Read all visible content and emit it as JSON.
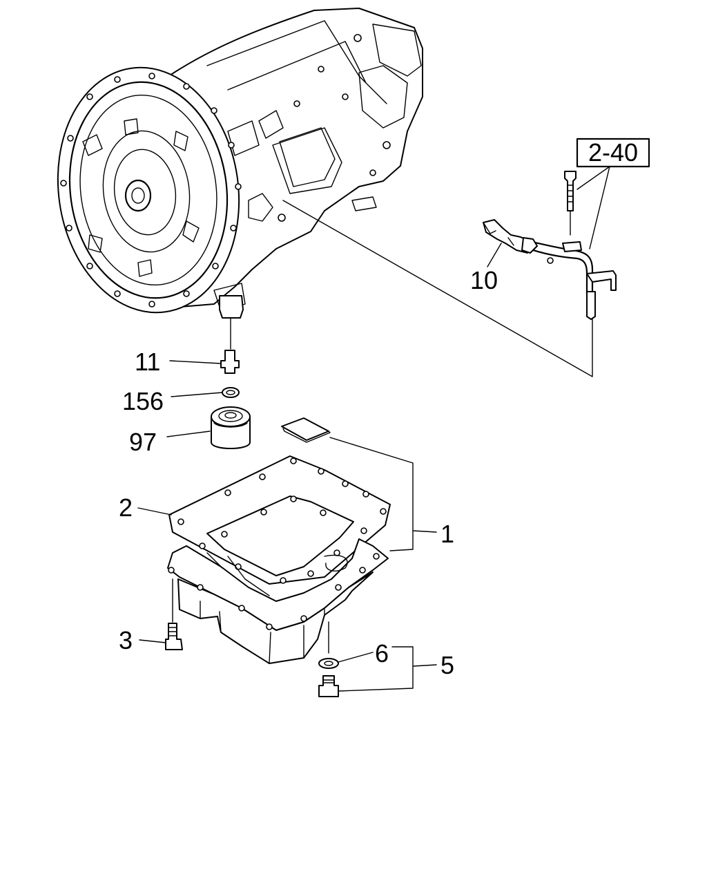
{
  "labels": {
    "ref_box": "2-40",
    "p10": "10",
    "p11": "11",
    "p156": "156",
    "p97": "97",
    "p2": "2",
    "p1": "1",
    "p3": "3",
    "p6": "6",
    "p5": "5"
  }
}
